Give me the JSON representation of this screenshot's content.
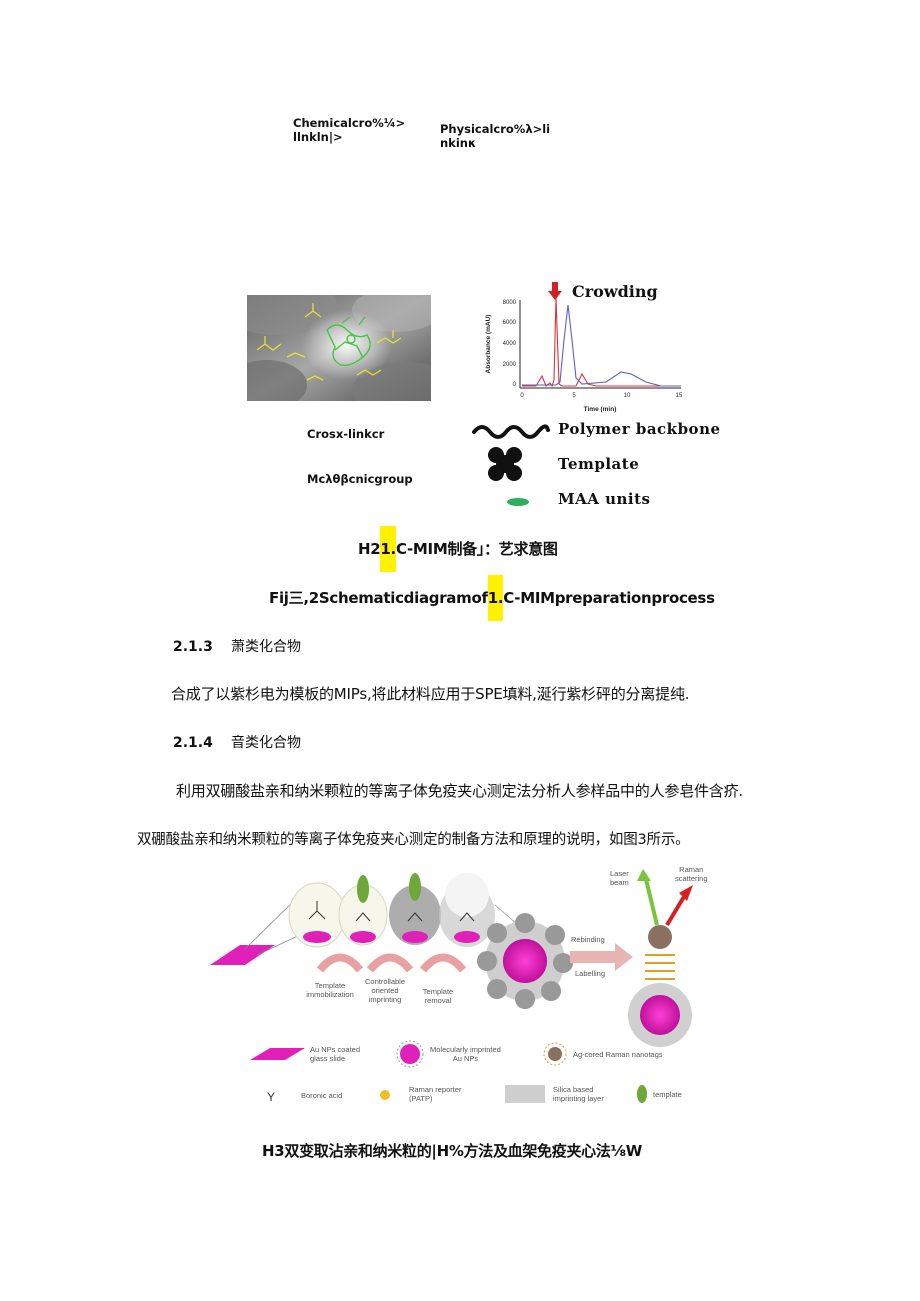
{
  "top_labels": {
    "chemical_line1": "Chemicalcro%¼>",
    "chemical_line2": "llnkln|>",
    "physical_line1": "Physicalcro%λ>li",
    "physical_line2": "nkinκ"
  },
  "figure2": {
    "crowding_label": "Crowding",
    "y_axis_label": "Absorbance (mAU)",
    "x_axis_label": "Time (min)",
    "y_ticks": [
      "8000",
      "6000",
      "4000",
      "2000",
      "0"
    ],
    "x_ticks": [
      "0",
      "5",
      "10",
      "15"
    ],
    "crosslinker_label": "Crosx-linkcr",
    "monomer_label": "Mcλθβcnicgroup",
    "legend": {
      "polymer": "Polymer backbone",
      "template": "Template",
      "maa": "MAA units"
    },
    "caption_cn": {
      "before": "H2",
      "highlight": "1.",
      "after": "C-MIM制备」：艺求意图"
    },
    "caption_en": {
      "before": "Fij三,2Schematicdiagramof",
      "highlight": "1.",
      "after": "C-MIMpreparationprocess"
    },
    "colors": {
      "red_trace": "#e0313a",
      "blue_trace": "#5a5fc0",
      "arrow": "#d42020",
      "maa": "#2fae5e"
    }
  },
  "sections": [
    {
      "number": "2.1.3",
      "title": "萧类化合物"
    },
    {
      "number": "2.1.4",
      "title": "音类化合物"
    }
  ],
  "paragraphs": {
    "p1": "合成了以紫杉电为模板的MIPs,将此材料应用于SPE填料,涎行紫杉砰的分离提纯.",
    "p2": "利用双硼酸盐亲和纳米颗粒的等离子体免疫夹心测定法分析人参样品中的人参皂件含疥.",
    "p3": "双硼酸盐亲和纳米颗粒的等离子体免疫夹心测定的制备方法和原理的说明，如图3所示。"
  },
  "figure3": {
    "step1": [
      "Template",
      "immobilization"
    ],
    "step2": [
      "Controllable",
      "oriented",
      "imprinting"
    ],
    "step3": [
      "Template",
      "removal"
    ],
    "rebinding": "Rebinding",
    "labelling": "Labelling",
    "laser": [
      "Laser",
      "beam"
    ],
    "raman": [
      "Raman",
      "scattering"
    ],
    "legend": {
      "au_slide": [
        "Au NPs coated",
        "glass slide"
      ],
      "mip_np": [
        "Molecularly imprinted",
        "Au NPs"
      ],
      "ag_tag": "Ag-cored Raman nanotags",
      "boronic": "Boronic acid",
      "reporter": [
        "Raman reporter",
        "(PATP)"
      ],
      "silica": [
        "Silica based",
        "imprinting layer"
      ],
      "template": "template"
    },
    "caption": "H3双变取沾亲和纳米粒的|H%方法及血架免疫夹心法⅛W",
    "colors": {
      "magenta": "#e020b8",
      "green": "#6fa83a",
      "gray": "#8a8a8a"
    }
  }
}
